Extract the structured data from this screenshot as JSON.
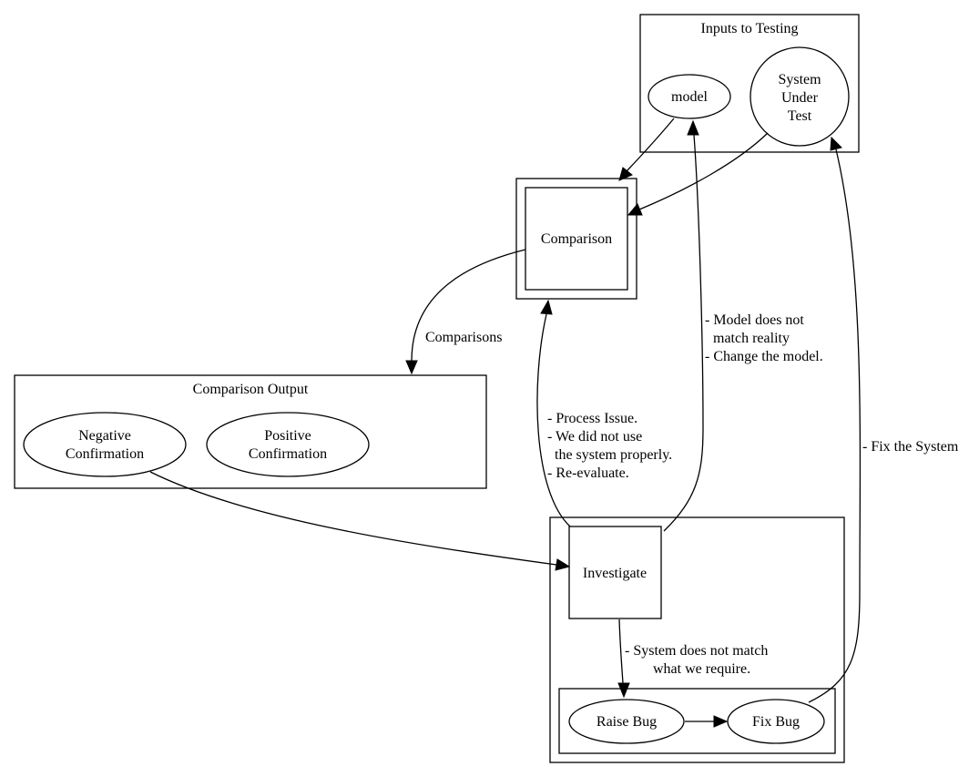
{
  "clusters": {
    "inputs": {
      "title": "Inputs to Testing"
    },
    "comparison_output": {
      "title": "Comparison Output"
    }
  },
  "nodes": {
    "model": {
      "label": "model"
    },
    "sut": {
      "lines": [
        "System",
        "Under",
        "Test"
      ]
    },
    "comparison": {
      "label": "Comparison"
    },
    "negative": {
      "lines": [
        "Negative",
        "Confirmation"
      ],
      "fill": "#ff0000"
    },
    "positive": {
      "lines": [
        "Positive",
        "Confirmation"
      ],
      "fill": "#00ff00"
    },
    "investigate": {
      "label": "Investigate"
    },
    "raise_bug": {
      "label": "Raise Bug"
    },
    "fix_bug": {
      "label": "Fix Bug"
    }
  },
  "edge_labels": {
    "comparisons": [
      "Comparisons"
    ],
    "model_mismatch": [
      "- Model does not",
      "match reality",
      "- Change the model."
    ],
    "process_issue": [
      "- Process Issue.",
      "- We did not use",
      "  the system properly.",
      "- Re-evaluate."
    ],
    "fix_system": [
      "- Fix the System"
    ],
    "system_mismatch": [
      "- System does not match",
      "what we require."
    ]
  }
}
